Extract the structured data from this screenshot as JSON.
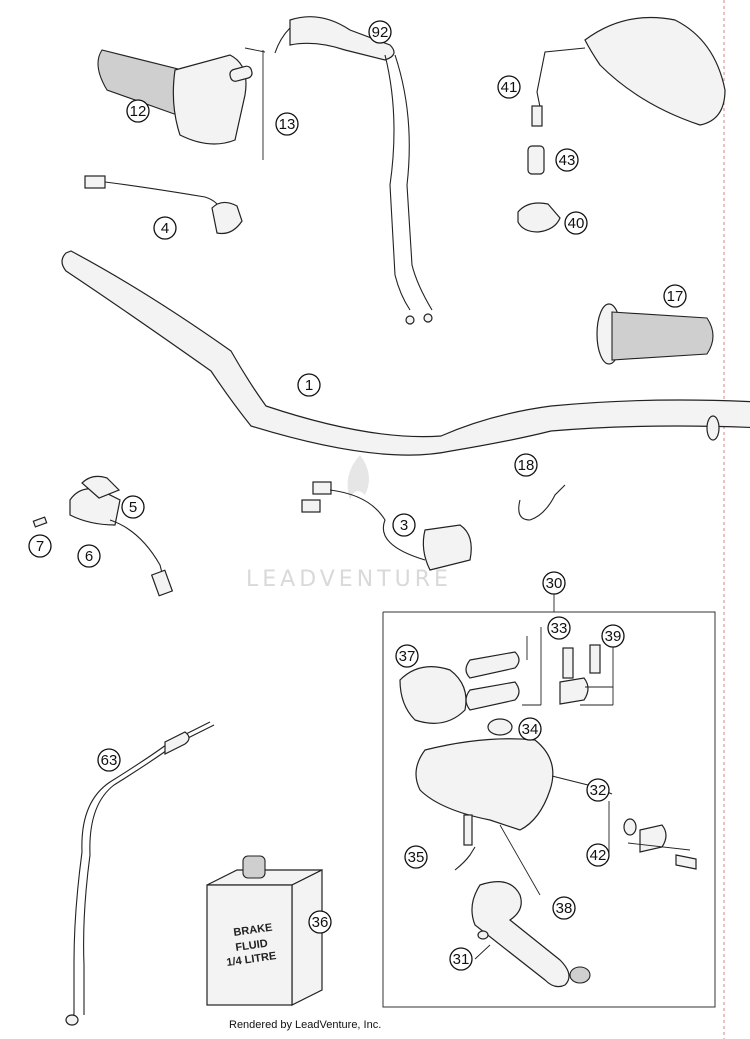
{
  "watermark": "LEADVENTURE",
  "footer": "Rendered by LeadVenture, Inc.",
  "bottle_label": [
    "BRAKE",
    "FLUID",
    "1/4 LITRE"
  ],
  "callouts": [
    "92",
    "12",
    "13",
    "41",
    "43",
    "4",
    "40",
    "17",
    "1",
    "18",
    "5",
    "3",
    "7",
    "6",
    "30",
    "33",
    "39",
    "37",
    "34",
    "63",
    "32",
    "35",
    "42",
    "36",
    "38",
    "31"
  ]
}
